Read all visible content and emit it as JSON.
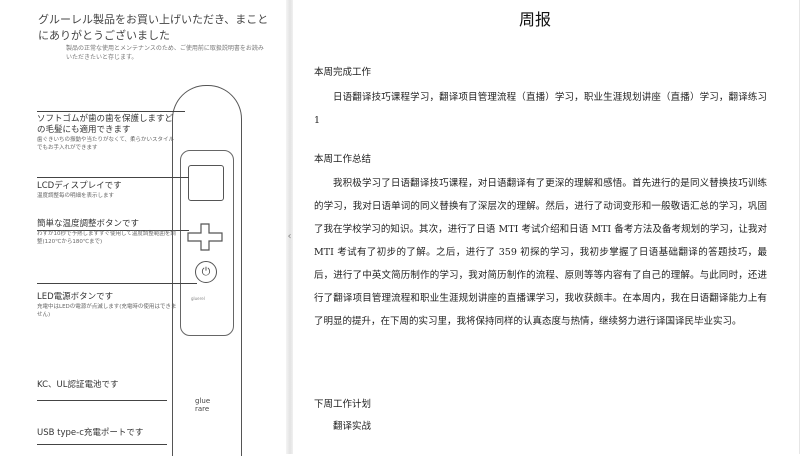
{
  "manual": {
    "title": "グルーレル製品をお買い上げいただき、まことにありがとうございました",
    "intro": "製品の正常な使用とメンテナンスのため、ご使用前に取扱説明書をお読みいただきたいと存じます。",
    "callouts": [
      {
        "head": "ソフトゴムが歯の歯を保護しますどの毛髪にも適用できます",
        "note": "歯ぐきいちの振動や当たりがなくて、柔らかいスタイルでもお手入れができます"
      },
      {
        "head": "LCDディスプレイです",
        "note": "温度調整毎の明細を表示します"
      },
      {
        "head": "簡単な温度調整ボタンです",
        "note": "わずか10秒で予熱しますすぐ使用して温度調整範囲を調整(120℃から180℃まで)"
      },
      {
        "head": "LED電源ボタンです",
        "note": "充電中はLEDの電源が点滅します(充電時の使用はできません)"
      },
      {
        "head": "KC、UL認証電池です",
        "note": ""
      },
      {
        "head": "USB type-c充電ポートです",
        "note": ""
      }
    ],
    "device_small_text": "gluerel",
    "logo_line1": "glue",
    "logo_line2": "rare",
    "power_symbol": "⏻"
  },
  "report": {
    "title": "周报",
    "sections": [
      {
        "heading": "本周完成工作",
        "body": "日语翻译技巧课程学习，翻译项目管理流程（直播）学习，职业生涯规划讲座（直播）学习，翻译练习 1"
      },
      {
        "heading": "本周工作总结",
        "body": "我积极学习了日语翻译技巧课程，对日语翻译有了更深的理解和感悟。首先进行的是同义替换技巧训练的学习，我对日语单词的同义替换有了深层次的理解。然后，进行了动词变形和一般敬语汇总的学习，巩固了我在学校学习的知识。其次，进行了日语 MTI 考试介绍和日语 MTI 备考方法及备考规划的学习，让我对 MTI 考试有了初步的了解。之后，进行了 359 初探的学习，我初步掌握了日语基础翻译的答题技巧，最后，进行了中英文简历制作的学习，我对简历制作的流程、原则等等内容有了自己的理解。与此同时，还进行了翻译项目管理流程和职业生涯规划讲座的直播课学习，我收获颇丰。在本周内，我在日语翻译能力上有了明显的提升，在下周的实习里，我将保持同样的认真态度与热情，继续努力进行译国译民毕业实习。"
      },
      {
        "heading": "下周工作计划",
        "body": "翻译实战"
      }
    ]
  }
}
